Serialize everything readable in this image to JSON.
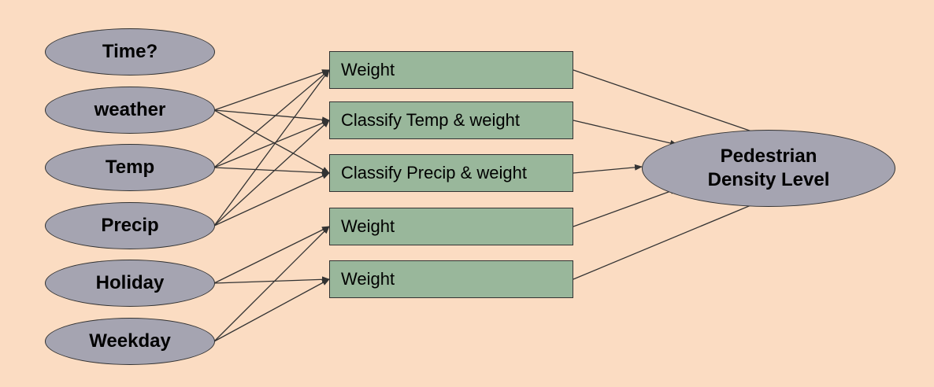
{
  "inputs": [
    "Time?",
    "weather",
    "Temp",
    "Precip",
    "Holiday",
    "Weekday"
  ],
  "processes": [
    "Weight",
    "Classify Temp & weight",
    "Classify Precip & weight",
    "Weight",
    "Weight"
  ],
  "output": {
    "line1": "Pedestrian",
    "line2": "Density Level"
  },
  "edges": [
    {
      "from": "weather",
      "to_index": 0
    },
    {
      "from": "weather",
      "to_index": 1
    },
    {
      "from": "weather",
      "to_index": 2
    },
    {
      "from": "Temp",
      "to_index": 0
    },
    {
      "from": "Temp",
      "to_index": 1
    },
    {
      "from": "Temp",
      "to_index": 2
    },
    {
      "from": "Precip",
      "to_index": 0
    },
    {
      "from": "Precip",
      "to_index": 1
    },
    {
      "from": "Precip",
      "to_index": 2
    },
    {
      "from": "Holiday",
      "to_index": 3
    },
    {
      "from": "Holiday",
      "to_index": 4
    },
    {
      "from": "Weekday",
      "to_index": 3
    },
    {
      "from": "Weekday",
      "to_index": 4
    }
  ],
  "colors": {
    "background": "#fbdcc2",
    "ellipse_fill": "#a5a4b1",
    "box_fill": "#99b79b",
    "stroke": "#333333"
  }
}
